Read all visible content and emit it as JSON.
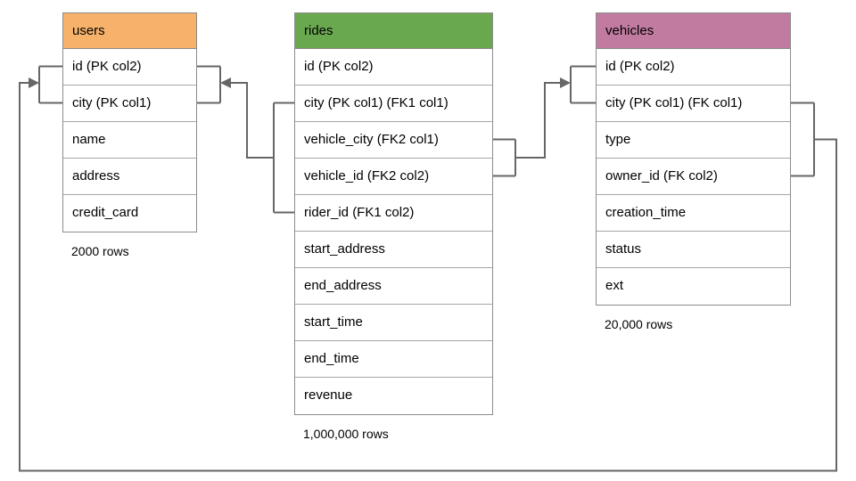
{
  "diagram": {
    "type": "database-schema",
    "colors": {
      "users_header": "#f6b26b",
      "rides_header": "#6aa84f",
      "vehicles_header": "#c27ba0",
      "connector": "#666666",
      "table_border": "#8c8c8c"
    },
    "tables": [
      {
        "name": "users",
        "header_color": "#f6b26b",
        "columns": [
          "id (PK col2)",
          "city (PK col1)",
          "name",
          "address",
          "credit_card"
        ],
        "row_count_label": "2000 rows"
      },
      {
        "name": "rides",
        "header_color": "#6aa84f",
        "columns": [
          "id (PK col2)",
          "city (PK col1) (FK1 col1)",
          "vehicle_city (FK2 col1)",
          "vehicle_id (FK2 col2)",
          "rider_id (FK1 col2)",
          "start_address",
          "end_address",
          "start_time",
          "end_time",
          "revenue"
        ],
        "row_count_label": "1,000,000 rows"
      },
      {
        "name": "vehicles",
        "header_color": "#c27ba0",
        "columns": [
          "id (PK col2)",
          "city (PK col1) (FK col1)",
          "type",
          "owner_id (FK col2)",
          "creation_time",
          "status",
          "ext"
        ],
        "row_count_label": "20,000 rows"
      }
    ],
    "relationships": [
      {
        "name": "FK1",
        "from_table": "rides",
        "from_columns": [
          "city (PK col1) (FK1 col1)",
          "rider_id (FK1 col2)"
        ],
        "to_table": "users",
        "to_columns": [
          "id (PK col2)",
          "city (PK col1)"
        ],
        "arrow_points_to": "users"
      },
      {
        "name": "FK2",
        "from_table": "rides",
        "from_columns": [
          "vehicle_city (FK2 col1)",
          "vehicle_id (FK2 col2)"
        ],
        "to_table": "vehicles",
        "to_columns": [
          "id (PK col2)",
          "city (PK col1) (FK col1)"
        ],
        "arrow_points_to": "vehicles"
      },
      {
        "name": "FK",
        "from_table": "vehicles",
        "from_columns": [
          "city (PK col1) (FK col1)",
          "owner_id (FK col2)"
        ],
        "to_table": "users",
        "to_columns": [
          "id (PK col2)",
          "city (PK col1)"
        ],
        "arrow_points_to": "users"
      }
    ]
  }
}
